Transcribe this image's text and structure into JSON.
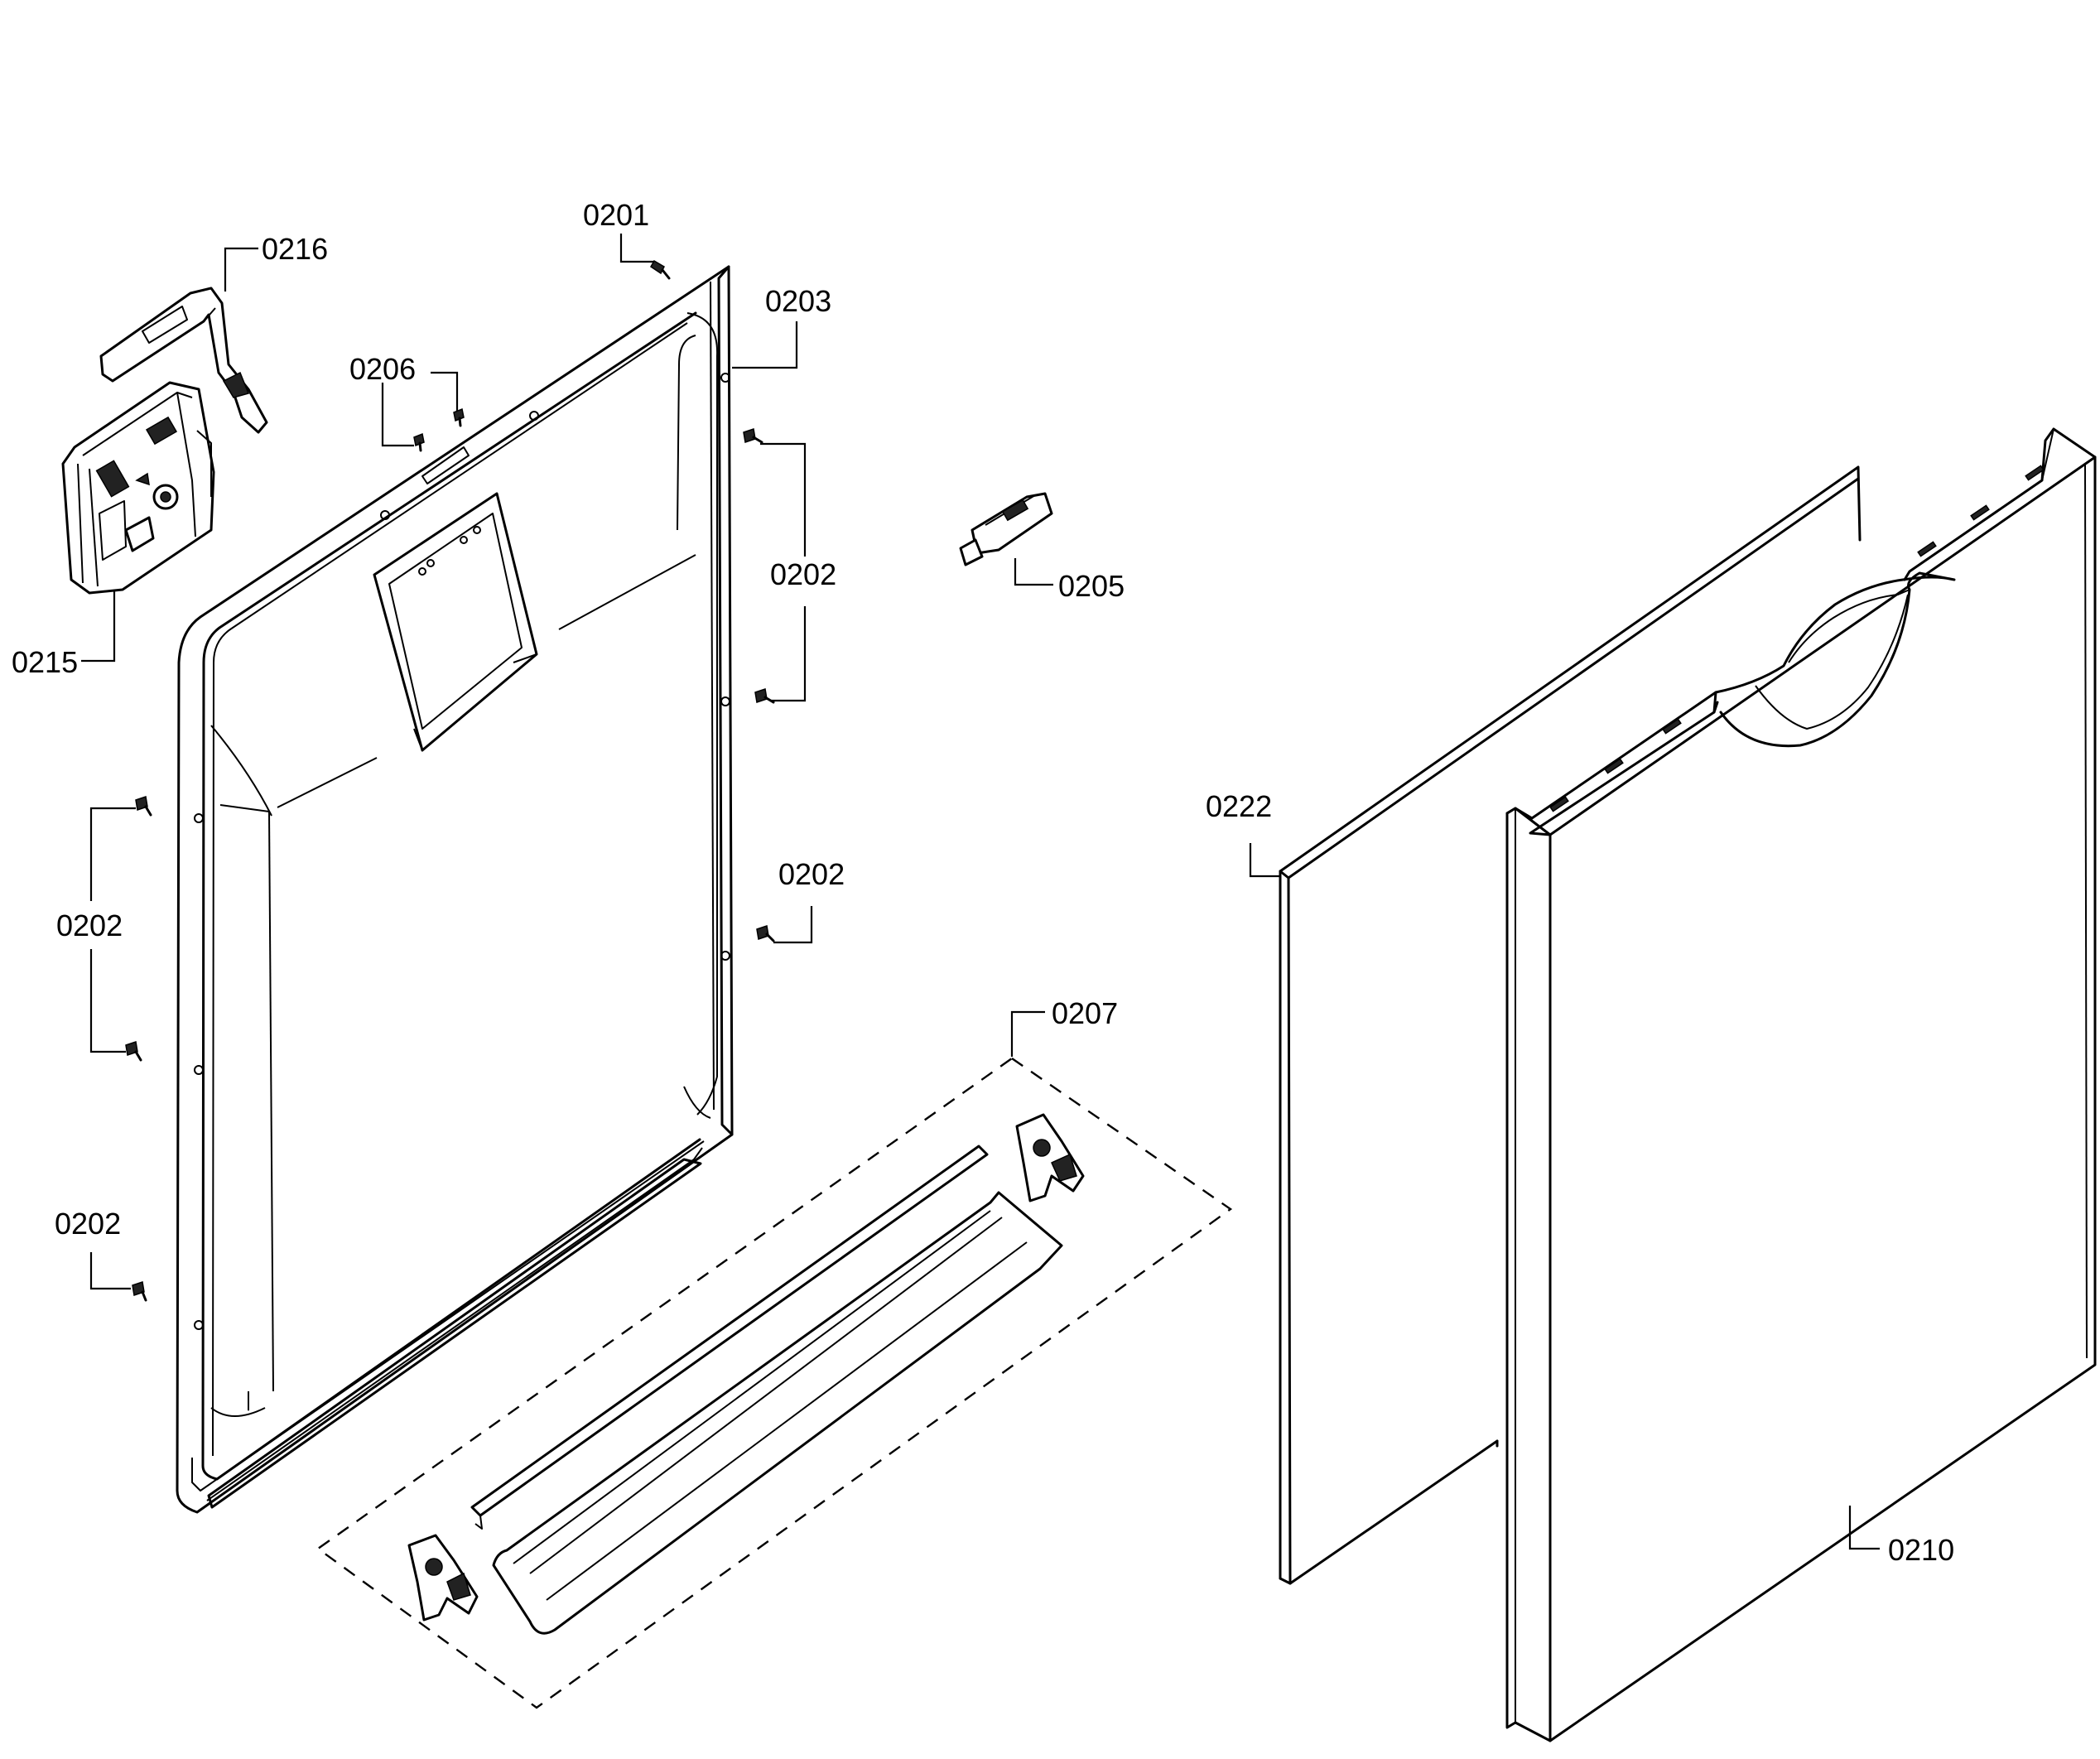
{
  "labels": {
    "p0201": "0201",
    "p0216": "0216",
    "p0203": "0203",
    "p0206": "0206",
    "p0202_right_upper": "0202",
    "p0205": "0205",
    "p0215": "0215",
    "p0202_left_upper": "0202",
    "p0202_right_lower": "0202",
    "p0222": "0222",
    "p0207": "0207",
    "p0202_left_lower": "0202",
    "p0210": "0210"
  }
}
